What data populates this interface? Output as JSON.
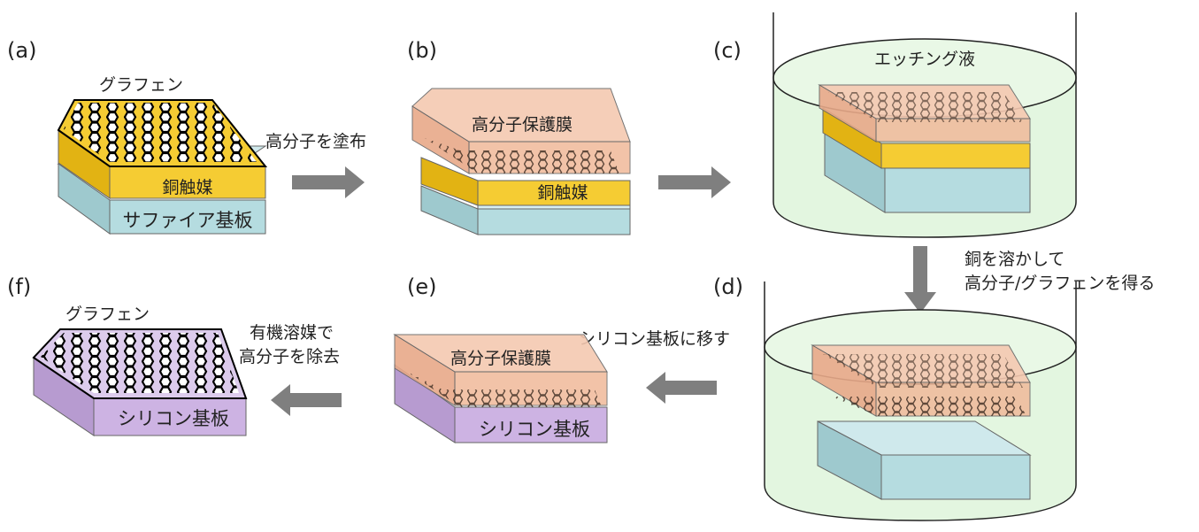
{
  "panels": {
    "a": {
      "label": "(a)",
      "top_caption": "グラフェン",
      "catalyst_label": "銅触媒",
      "substrate_label": "サファイア基板"
    },
    "b": {
      "label": "(b)",
      "film_label": "高分子保護膜",
      "catalyst_label": "銅触媒"
    },
    "c": {
      "label": "(c)",
      "liquid_label": "エッチング液"
    },
    "d": {
      "label": "(d)"
    },
    "e": {
      "label": "(e)",
      "film_label": "高分子保護膜",
      "substrate_label": "シリコン基板"
    },
    "f": {
      "label": "(f)",
      "top_caption": "グラフェン",
      "substrate_label": "シリコン基板"
    }
  },
  "steps": {
    "a_to_b": "高分子を塗布",
    "c_to_d": [
      "銅を溶かして",
      "高分子/グラフェンを得る"
    ],
    "d_to_e": "シリコン基板に移す",
    "e_to_f": [
      "有機溶媒で",
      "高分子を除去"
    ]
  },
  "colors": {
    "copper": "#f5cc33",
    "sapphire": "#b5dce0",
    "silicon": "#cdb3e3",
    "polymer": "#f0b99a",
    "liquid": "#e3f6e0",
    "hex_fill": "#ffffff",
    "hex_stroke": "#000000",
    "arrow": "#7f7f7f"
  }
}
